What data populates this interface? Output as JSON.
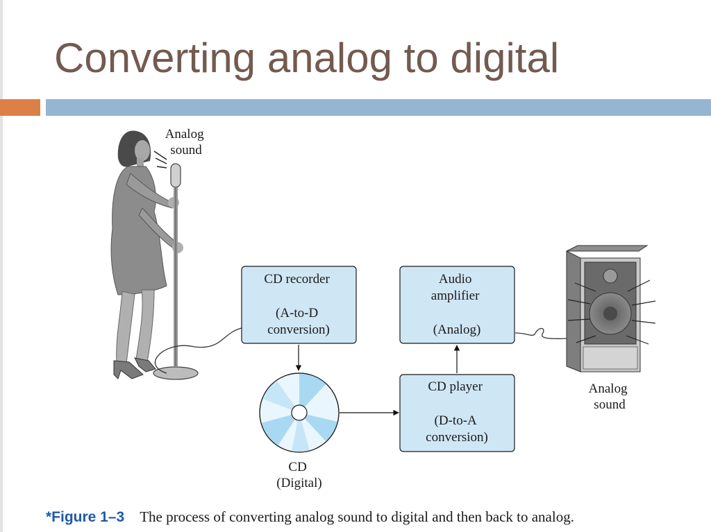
{
  "slide": {
    "title": "Converting analog to digital"
  },
  "colors": {
    "title": "#735a4f",
    "accent_orange": "#dd8047",
    "accent_blue": "#94b6d2",
    "box_fill": "#cfe6f5",
    "figure_label": "#1e5aa8"
  },
  "diagram": {
    "singer_label": [
      "Analog",
      "sound"
    ],
    "recorder": {
      "name": "CD recorder",
      "detail": [
        "(A-to-D",
        "conversion)"
      ]
    },
    "amplifier": {
      "name": [
        "Audio",
        "amplifier"
      ],
      "detail": "(Analog)"
    },
    "player": {
      "name": "CD player",
      "detail": [
        "(D-to-A",
        "conversion)"
      ]
    },
    "cd_label": [
      "CD",
      "(Digital)"
    ],
    "speaker_label": [
      "Analog",
      "sound"
    ],
    "icons": [
      "singer-figure",
      "microphone-icon",
      "cd-disc-icon",
      "speaker-icon"
    ]
  },
  "caption": {
    "label": "*Figure 1–3",
    "text": "The process of converting analog sound to digital and then back to analog."
  }
}
